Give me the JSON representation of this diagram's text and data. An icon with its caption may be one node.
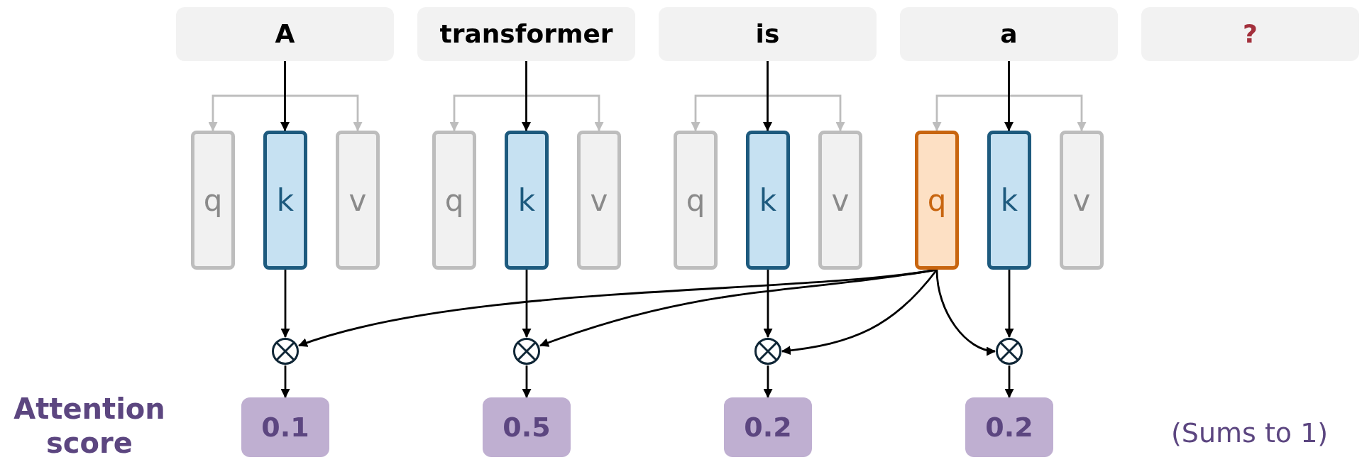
{
  "diagram": {
    "nodes": [
      {
        "text": [
          "A"
        ]
      },
      {
        "text": [
          "transformer"
        ]
      },
      {
        "text": [
          "is"
        ]
      },
      {
        "text": [
          "a"
        ]
      },
      {
        "text": [
          "?"
        ]
      },
      {
        "text": [
          "q"
        ]
      },
      {
        "text": [
          "k"
        ]
      },
      {
        "text": [
          "v"
        ]
      },
      {
        "text": [
          "q"
        ]
      },
      {
        "text": [
          "k"
        ]
      },
      {
        "text": [
          "v"
        ]
      },
      {
        "text": [
          "q"
        ]
      },
      {
        "text": [
          "k"
        ]
      },
      {
        "text": [
          "v"
        ]
      },
      {
        "text": [
          "q"
        ]
      },
      {
        "text": [
          "k"
        ]
      },
      {
        "text": [
          "v"
        ]
      },
      {
        "text": [],
        "shape": "circle"
      },
      {
        "text": [],
        "shape": "circle"
      },
      {
        "text": [],
        "shape": "circle"
      },
      {
        "text": [],
        "shape": "circle"
      },
      {
        "text": [
          "0.1"
        ]
      },
      {
        "text": [
          "0.5"
        ]
      },
      {
        "text": [
          "0.2"
        ]
      },
      {
        "text": [
          "0.2"
        ]
      }
    ],
    "edges": [
      {
        "from": 0,
        "to": 6,
        "arrow": "to"
      },
      {
        "from": 0,
        "to": 5,
        "arrow": "to",
        "color": "#bdbdbd"
      },
      {
        "from": 0,
        "to": 7,
        "arrow": "to",
        "color": "#bdbdbd"
      },
      {
        "from": 1,
        "to": 9,
        "arrow": "to"
      },
      {
        "from": 1,
        "to": 8,
        "arrow": "to",
        "color": "#bdbdbd"
      },
      {
        "from": 1,
        "to": 10,
        "arrow": "to",
        "color": "#bdbdbd"
      },
      {
        "from": 2,
        "to": 12,
        "arrow": "to"
      },
      {
        "from": 2,
        "to": 11,
        "arrow": "to",
        "color": "#bdbdbd"
      },
      {
        "from": 2,
        "to": 13,
        "arrow": "to",
        "color": "#bdbdbd"
      },
      {
        "from": 3,
        "to": 15,
        "arrow": "to"
      },
      {
        "from": 3,
        "to": 14,
        "arrow": "to",
        "color": "#bdbdbd"
      },
      {
        "from": 3,
        "to": 16,
        "arrow": "to",
        "color": "#bdbdbd"
      },
      {
        "from": 6,
        "to": 17,
        "arrow": "to"
      },
      {
        "from": 9,
        "to": 18,
        "arrow": "to"
      },
      {
        "from": 12,
        "to": 19,
        "arrow": "to"
      },
      {
        "from": 15,
        "to": 20,
        "arrow": "to"
      },
      {
        "from": 14,
        "to": 17,
        "arrow": "to"
      },
      {
        "from": 14,
        "to": 18,
        "arrow": "to"
      },
      {
        "from": 14,
        "to": 19,
        "arrow": "to"
      },
      {
        "from": 14,
        "to": 20,
        "arrow": "to"
      },
      {
        "from": 17,
        "to": 21,
        "arrow": "to"
      },
      {
        "from": 18,
        "to": 22,
        "arrow": "to"
      },
      {
        "from": 19,
        "to": 23,
        "arrow": "to"
      },
      {
        "from": 20,
        "to": 24,
        "arrow": "to"
      }
    ],
    "labels": [
      "Attention score",
      "(Sums to 1)"
    ]
  }
}
